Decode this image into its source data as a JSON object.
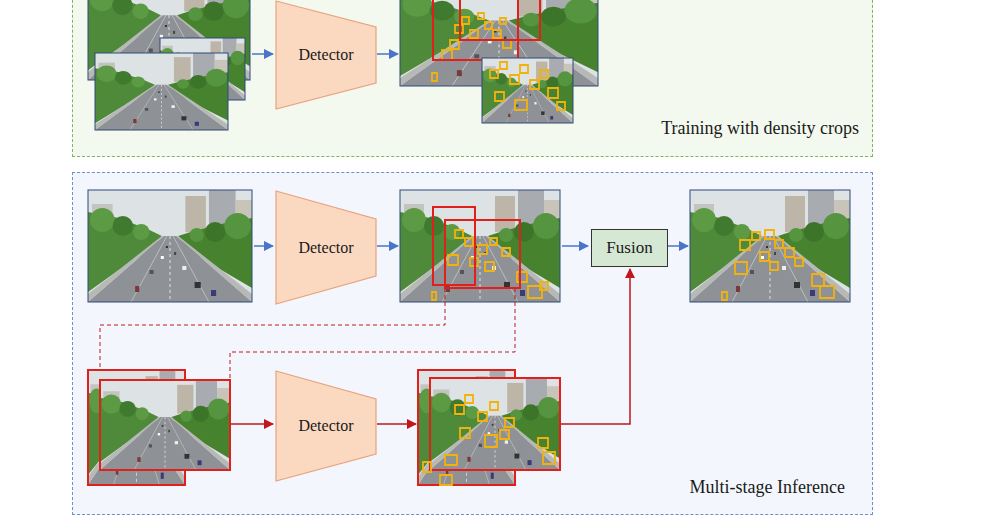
{
  "diagram": {
    "nodes": [
      {
        "text": [
          "Training with density crops"
        ]
      },
      {
        "text": [
          "Detector"
        ],
        "in": 0
      },
      {
        "text": [
          "Multi-stage Inference"
        ]
      },
      {
        "text": [
          "Detector"
        ],
        "in": 2
      },
      {
        "text": [
          "Fusion"
        ],
        "in": 2
      },
      {
        "text": [
          "Detector"
        ],
        "in": 2
      }
    ]
  }
}
